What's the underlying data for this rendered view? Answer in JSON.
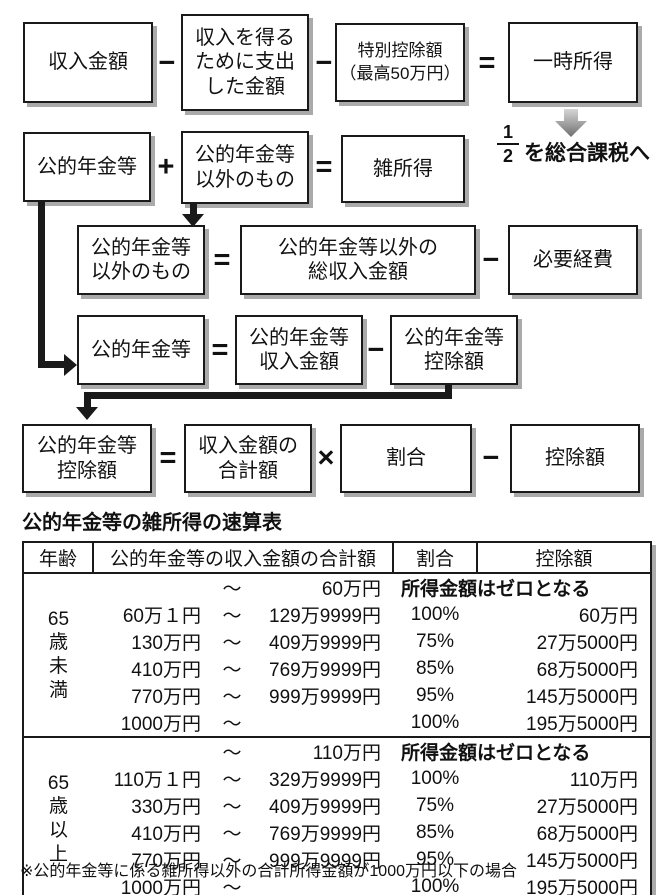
{
  "flowchart": {
    "row1": {
      "box1": "収入金額",
      "op1": "−",
      "box2": "収入を得る\nために支出\nした金額",
      "op2": "−",
      "box3": "特別控除額\n（最高50万円）",
      "op3": "=",
      "box4": "一時所得"
    },
    "half_note": {
      "num": "1",
      "den": "2",
      "label": "を総合課税へ"
    },
    "row2": {
      "box1": "公的年金等",
      "op1": "+",
      "box2": "公的年金等\n以外のもの",
      "op2": "=",
      "box3": "雑所得"
    },
    "row3": {
      "box1": "公的年金等\n以外のもの",
      "op1": "=",
      "box2": "公的年金等以外の\n総収入金額",
      "op2": "−",
      "box3": "必要経費"
    },
    "row4": {
      "box1": "公的年金等",
      "op1": "=",
      "box2": "公的年金等\n収入金額",
      "op2": "−",
      "box3": "公的年金等\n控除額"
    },
    "row5": {
      "box1": "公的年金等\n控除額",
      "op1": "=",
      "box2": "収入金額の\n合計額",
      "op2": "×",
      "box3": "割合",
      "op3": "−",
      "box4": "控除額"
    }
  },
  "table": {
    "title": "公的年金等の雑所得の速算表",
    "headers": {
      "age": "年齢",
      "income": "公的年金等の収入金額の合計額",
      "rate": "割合",
      "deduction": "控除額"
    },
    "sections": [
      {
        "age": "65\n歳\n未\n満",
        "rows": [
          {
            "low": "",
            "tilde": "〜",
            "high": "60万円",
            "note": "所得金額はゼロとなる"
          },
          {
            "low": "60万１円",
            "tilde": "〜",
            "high": "129万9999円",
            "rate": "100%",
            "deduction": "60万円"
          },
          {
            "low": "130万円",
            "tilde": "〜",
            "high": "409万9999円",
            "rate": "75%",
            "deduction": "27万5000円"
          },
          {
            "low": "410万円",
            "tilde": "〜",
            "high": "769万9999円",
            "rate": "85%",
            "deduction": "68万5000円"
          },
          {
            "low": "770万円",
            "tilde": "〜",
            "high": "999万9999円",
            "rate": "95%",
            "deduction": "145万5000円"
          },
          {
            "low": "1000万円",
            "tilde": "〜",
            "high": "",
            "rate": "100%",
            "deduction": "195万5000円"
          }
        ]
      },
      {
        "age": "65\n歳\n以\n上",
        "rows": [
          {
            "low": "",
            "tilde": "〜",
            "high": "110万円",
            "note": "所得金額はゼロとなる"
          },
          {
            "low": "110万１円",
            "tilde": "〜",
            "high": "329万9999円",
            "rate": "100%",
            "deduction": "110万円"
          },
          {
            "low": "330万円",
            "tilde": "〜",
            "high": "409万9999円",
            "rate": "75%",
            "deduction": "27万5000円"
          },
          {
            "low": "410万円",
            "tilde": "〜",
            "high": "769万9999円",
            "rate": "85%",
            "deduction": "68万5000円"
          },
          {
            "low": "770万円",
            "tilde": "〜",
            "high": "999万9999円",
            "rate": "95%",
            "deduction": "145万5000円"
          },
          {
            "low": "1000万円",
            "tilde": "〜",
            "high": "",
            "rate": "100%",
            "deduction": "195万5000円"
          }
        ]
      }
    ],
    "footnote": "※公的年金等に係る雑所得以外の合計所得金額が1000万円以下の場合"
  }
}
